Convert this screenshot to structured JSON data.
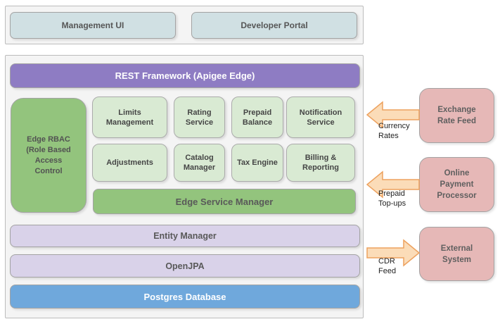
{
  "top_panel": {
    "boxes": [
      {
        "label": "Management UI"
      },
      {
        "label": "Developer Portal"
      }
    ]
  },
  "main_panel": {
    "rest_bar": "REST Framework (Apigee Edge)",
    "rbac": "Edge RBAC (Role Based Access Control",
    "modules_row1": [
      "Limits Management",
      "Rating Service",
      "Prepaid Balance",
      "Notification Service"
    ],
    "modules_row2": [
      "Adjustments",
      "Catalog Manager",
      "Tax Engine",
      "Billing & Reporting"
    ],
    "esm_bar": "Edge Service Manager",
    "entity_bar": "Entity Manager",
    "openjpa_bar": "OpenJPA",
    "postgres_bar": "Postgres Database"
  },
  "external": [
    {
      "label": "Exchange Rate Feed",
      "flow": "Currency Rates",
      "direction": "in"
    },
    {
      "label": "Online Payment Processor",
      "flow": "Prepaid Top-ups",
      "direction": "in"
    },
    {
      "label": "External System",
      "flow": "CDR Feed",
      "direction": "out"
    }
  ],
  "colors": {
    "purple": "#8e7cc3",
    "green": "#93c47d",
    "green_light": "#d9ead3",
    "lavender": "#d9d2e9",
    "blue": "#6fa8dc",
    "cyan_light": "#d0e0e3",
    "pink": "#e6b8b7",
    "arrow_fill": "#fbdcb8",
    "arrow_stroke": "#eda25f"
  }
}
